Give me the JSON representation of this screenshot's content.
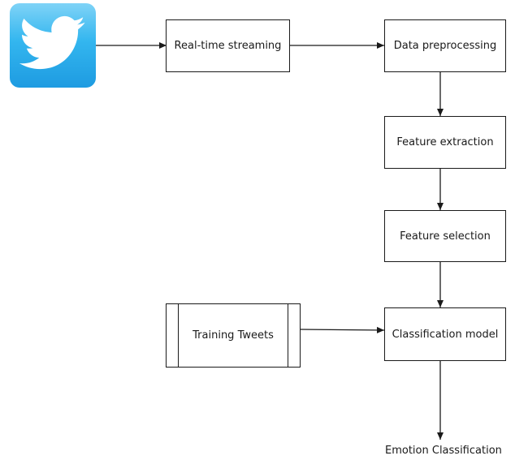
{
  "logo": {
    "name": "twitter",
    "icon": "twitter-bird-icon",
    "colors": {
      "top": "#7fd3f7",
      "bottom": "#1e9be1",
      "bird": "#ffffff"
    }
  },
  "nodes": {
    "realtime_streaming": "Real-time streaming",
    "data_preprocessing": "Data preprocessing",
    "feature_extraction": "Feature extraction",
    "feature_selection": "Feature selection",
    "training_tweets": "Training Tweets",
    "classification_model": "Classification model",
    "emotion_classification": "Emotion Classification"
  },
  "edges": [
    {
      "from": "twitter",
      "to": "realtime_streaming"
    },
    {
      "from": "realtime_streaming",
      "to": "data_preprocessing"
    },
    {
      "from": "data_preprocessing",
      "to": "feature_extraction"
    },
    {
      "from": "feature_extraction",
      "to": "feature_selection"
    },
    {
      "from": "feature_selection",
      "to": "classification_model"
    },
    {
      "from": "training_tweets",
      "to": "classification_model"
    },
    {
      "from": "classification_model",
      "to": "emotion_classification"
    }
  ],
  "style": {
    "line_color": "#1a1a1a",
    "box_border": "#1a1a1a"
  }
}
